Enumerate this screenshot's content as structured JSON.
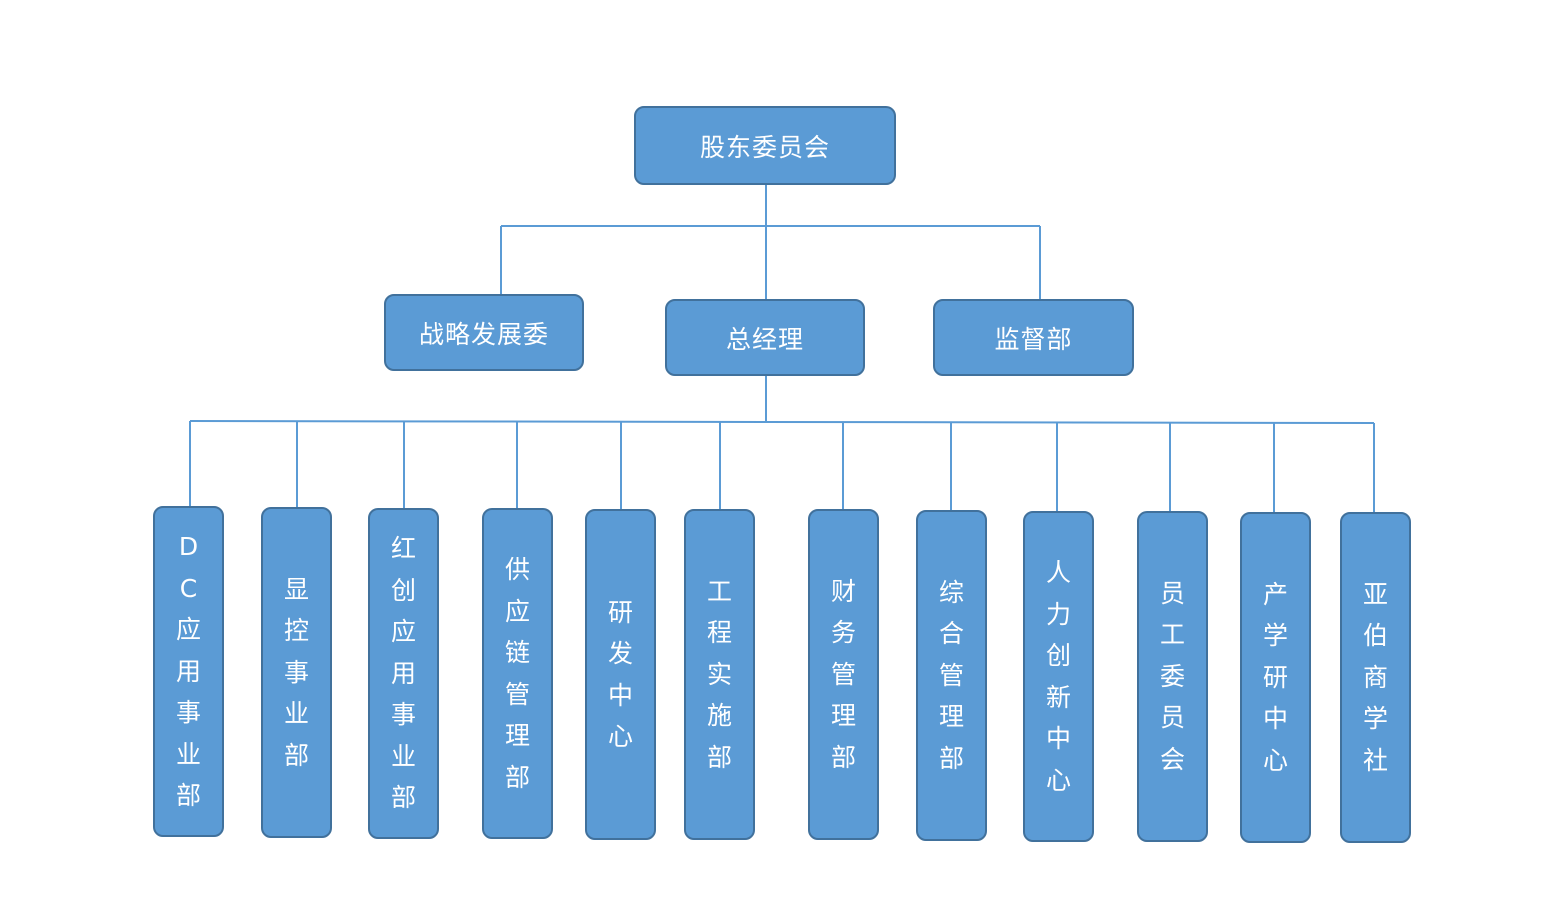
{
  "org": {
    "root": "股东委员会",
    "level2": {
      "strategy": "战略发展委",
      "general_manager": "总经理",
      "supervision": "监督部"
    },
    "departments": [
      "DC应用事业部",
      "显控事业部",
      "红创应用事业部",
      "供应链管理部",
      "研发中心",
      "工程实施部",
      "财务管理部",
      "综合管理部",
      "人力创新中心",
      "员工委员会",
      "产学研中心",
      "亚伯商学社"
    ]
  },
  "colors": {
    "box_fill": "#5b9bd5",
    "box_border": "#41719c",
    "connector": "#5b9bd5",
    "text": "#ffffff"
  }
}
